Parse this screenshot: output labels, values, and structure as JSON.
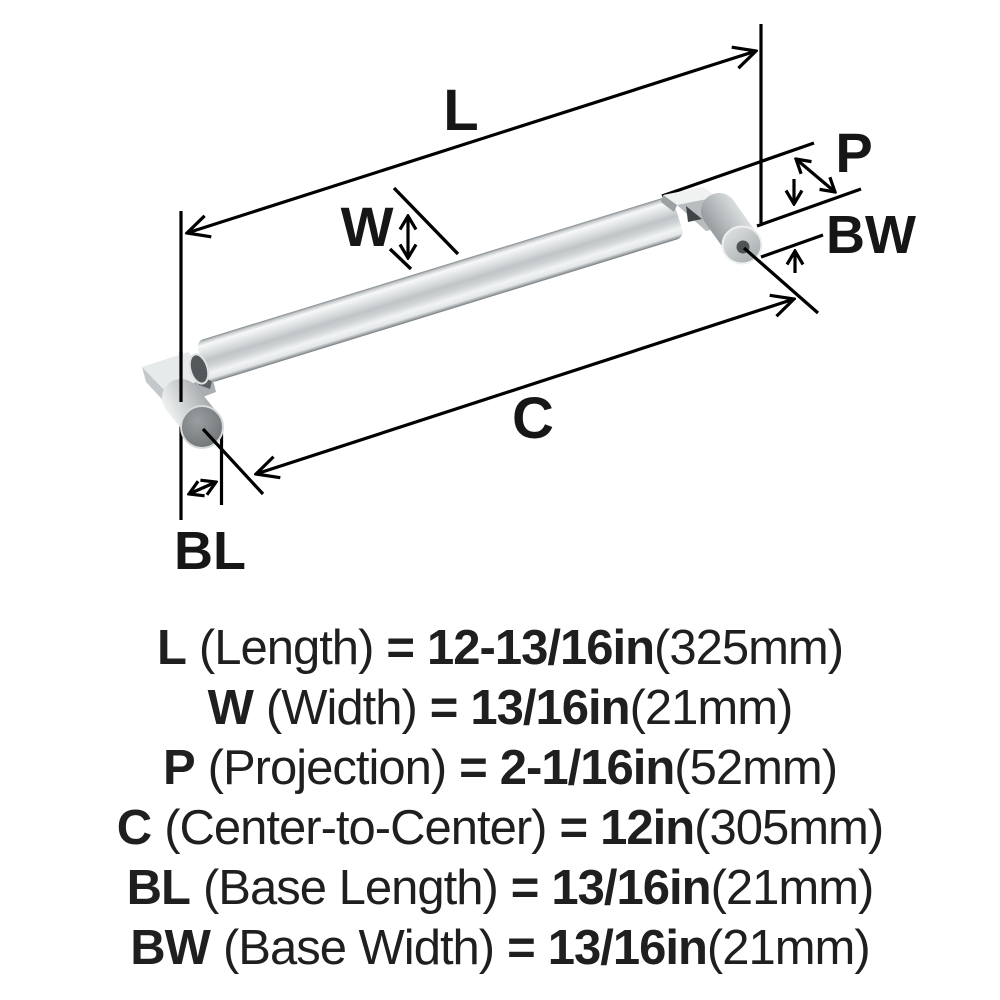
{
  "diagram": {
    "labels": {
      "length": "L",
      "width": "W",
      "projection": "P",
      "base_width": "BW",
      "center_to_center": "C",
      "base_length": "BL"
    }
  },
  "specs": [
    {
      "label": "L",
      "name": "(Length)",
      "equals": "=",
      "imperial": "12-13/16in",
      "metric": "(325mm)"
    },
    {
      "label": "W",
      "name": "(Width)",
      "equals": "=",
      "imperial": "13/16in",
      "metric": "(21mm)"
    },
    {
      "label": "P",
      "name": "(Projection)",
      "equals": "=",
      "imperial": "2-1/16in",
      "metric": "(52mm)"
    },
    {
      "label": "C",
      "name": "(Center-to-Center)",
      "equals": "=",
      "imperial": "12in",
      "metric": "(305mm)"
    },
    {
      "label": "BL",
      "name": "(Base Length)",
      "equals": "=",
      "imperial": "13/16in",
      "metric": "(21mm)"
    },
    {
      "label": "BW",
      "name": "(Base Width)",
      "equals": "=",
      "imperial": "13/16in",
      "metric": "(21mm)"
    }
  ],
  "colors": {
    "line": "#000000",
    "text": "#1f1f1f",
    "chrome_light": "#f2f4f4",
    "chrome_mid": "#c6cbcd",
    "chrome_dark": "#7c8184",
    "cap_face": "#85898b"
  }
}
